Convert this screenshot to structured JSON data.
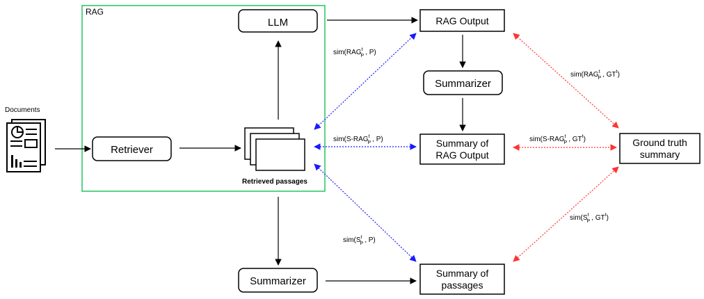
{
  "rag_label": "RAG",
  "documents_label": "Documents",
  "nodes": {
    "llm": "LLM",
    "retriever": "Retriever",
    "rag_output": "RAG Output",
    "summarizer_top": "Summarizer",
    "summary_rag_line1": "Summary of",
    "summary_rag_line2": "RAG Output",
    "ground_truth_line1": "Ground truth",
    "ground_truth_line2": "summary",
    "summarizer_bottom": "Summarizer",
    "summary_passages_line1": "Summary of",
    "summary_passages_line2": "passages",
    "retrieved_passages": "Retrieved passages"
  },
  "edge_labels": {
    "sim_rag_p": {
      "pre": "sim(RAG",
      "sup": "t",
      "sub": "P",
      "post": ", P)"
    },
    "sim_srag_p": {
      "pre": "sim(S-RAG",
      "sup": "t",
      "sub": "P",
      "post": ", P)"
    },
    "sim_s_p": {
      "pre": "sim(S",
      "sup": "t",
      "sub": "P",
      "post": ", P)"
    },
    "sim_rag_gt": {
      "pre": "sim(RAG",
      "sup": "t",
      "sub": "P",
      "post": ", GT",
      "sup2": "t",
      "end": ")"
    },
    "sim_srag_gt": {
      "pre": "sim(S-RAG",
      "sup": "t",
      "sub": "P",
      "post": ", GT",
      "sup2": "t",
      "end": ")"
    },
    "sim_s_gt": {
      "pre": "sim(S",
      "sup": "t",
      "sub": "P",
      "post": ", GT",
      "sup2": "t",
      "end": ")"
    }
  },
  "colors": {
    "rag_border": "#22c55e",
    "blue_arrow": "#1a1aff",
    "red_arrow": "#ff3333",
    "black": "#000000"
  }
}
